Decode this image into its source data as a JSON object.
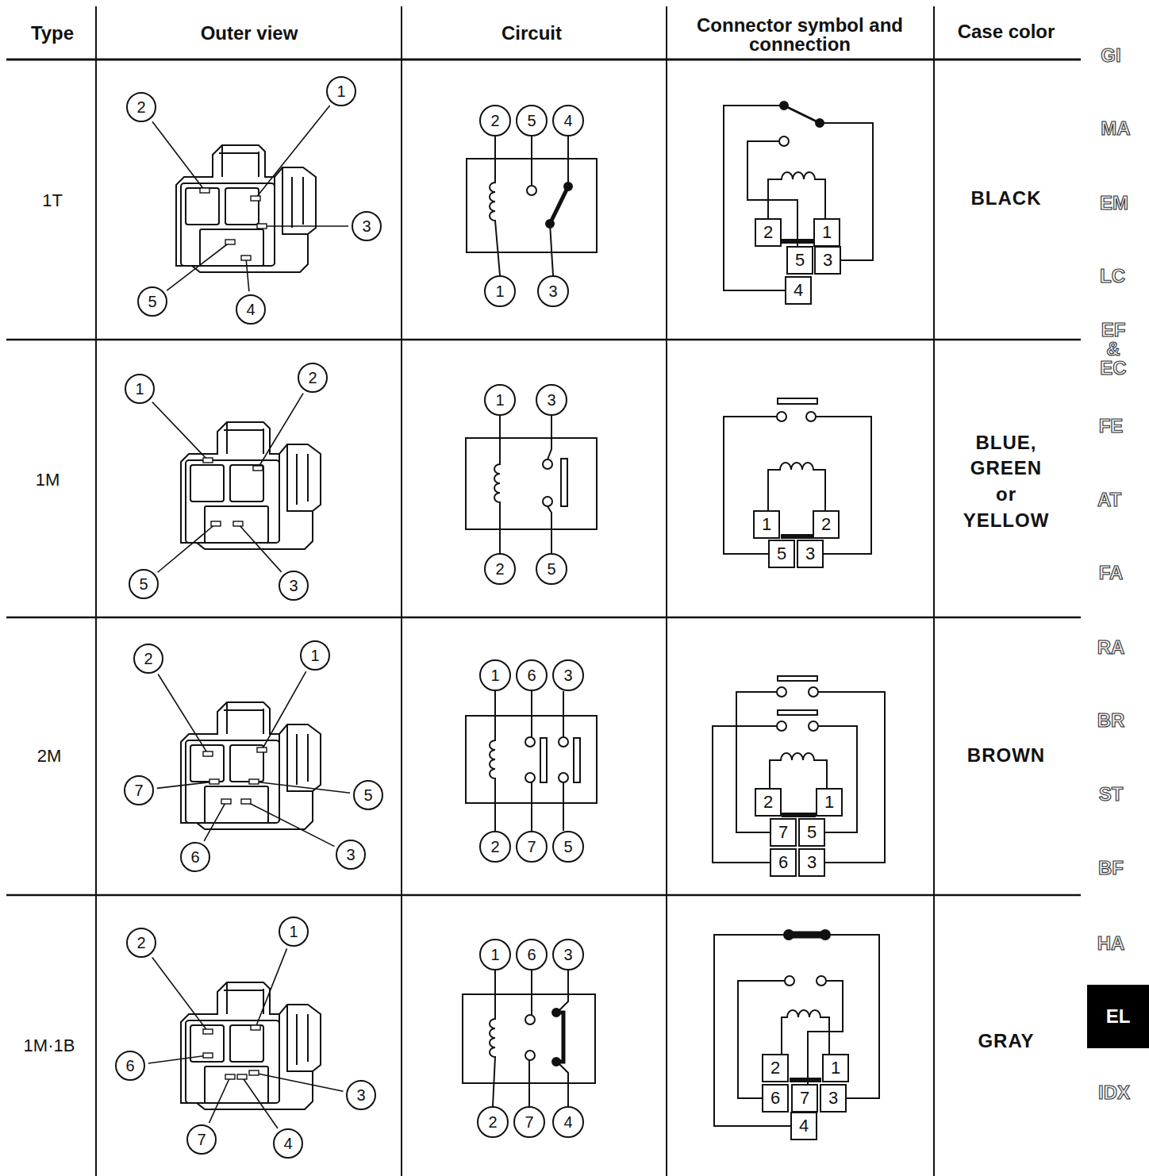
{
  "diagram": {
    "labels": [
      "Type",
      "Outer view",
      "Circuit",
      "Connector symbol and connection",
      "Case color",
      "GI",
      "MA",
      "EM",
      "LC",
      "EF & EC",
      "FE",
      "AT",
      "FA",
      "RA",
      "BR",
      "ST",
      "BF",
      "HA",
      "EL",
      "IDX",
      "1T",
      "2",
      "1",
      "3",
      "5",
      "4",
      "2",
      "5",
      "4",
      "1",
      "3",
      "2",
      "1",
      "5",
      "3",
      "4",
      "BLACK",
      "1M",
      "1",
      "2",
      "5",
      "3",
      "1",
      "3",
      "2",
      "5",
      "1",
      "2",
      "5",
      "3",
      "BLUE, GREEN or YELLOW",
      "2M",
      "2",
      "1",
      "7",
      "5",
      "6",
      "3",
      "1",
      "6",
      "3",
      "2",
      "7",
      "5",
      "2",
      "1",
      "7",
      "5",
      "6",
      "3",
      "BROWN",
      "1M·1B",
      "2",
      "1",
      "6",
      "3",
      "7",
      "4",
      "1",
      "6",
      "3",
      "2",
      "7",
      "4",
      "2",
      "1",
      "6",
      "7",
      "3",
      "4",
      "GRAY"
    ]
  }
}
